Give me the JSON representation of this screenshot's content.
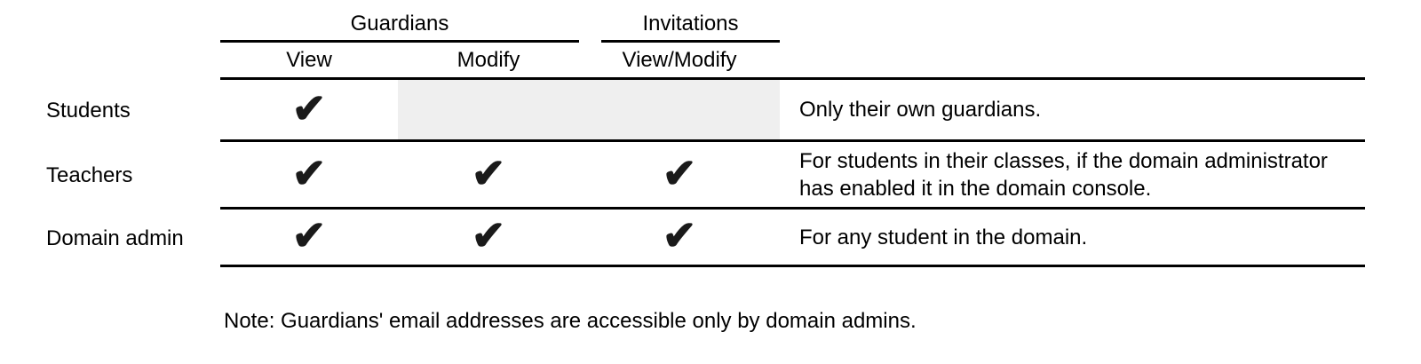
{
  "page": {
    "background": "#ffffff"
  },
  "colors": {
    "text": "#000000",
    "rule": "#000000",
    "shaded_cell": "#efefef",
    "checkmark": "#1a1a1a"
  },
  "table": {
    "groups": [
      {
        "label": "Guardians"
      },
      {
        "label": "Invitations"
      }
    ],
    "columns": [
      {
        "label": "View"
      },
      {
        "label": "Modify"
      },
      {
        "label": "View/Modify"
      }
    ],
    "rows": [
      {
        "label": "Students",
        "cells": {
          "view": "✔",
          "modify": "",
          "view_modify": ""
        },
        "shaded": true,
        "note": "Only their own guardians."
      },
      {
        "label": "Teachers",
        "cells": {
          "view": "✔",
          "modify": "✔",
          "view_modify": "✔"
        },
        "shaded": false,
        "note": "For students in their classes, if the domain administrator has enabled it in the domain console."
      },
      {
        "label": "Domain admin",
        "cells": {
          "view": "✔",
          "modify": "✔",
          "view_modify": "✔"
        },
        "shaded": false,
        "note": "For any student in the domain."
      }
    ]
  },
  "footnote": "Note: Guardians' email addresses are accessible only by domain admins."
}
